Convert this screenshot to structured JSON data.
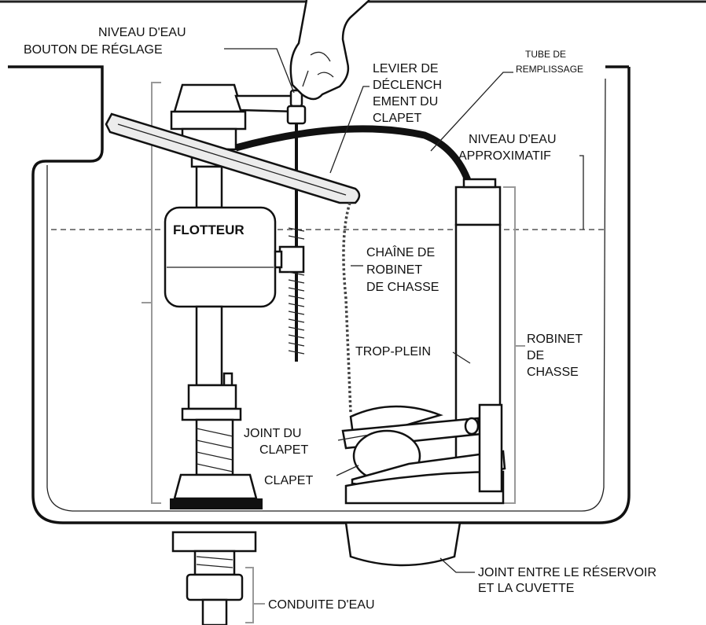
{
  "labels": {
    "niveau_reglage_1": "NIVEAU D'EAU",
    "niveau_reglage_2": "BOUTON DE RÉGLAGE",
    "levier_1": "LEVIER DE",
    "levier_2": "DÉCLENCH",
    "levier_3": "EMENT DU",
    "levier_4": "CLAPET",
    "tube_1": "TUBE DE",
    "tube_2": "REMPLISSAGE",
    "niveau_approx_1": "NIVEAU D'EAU",
    "niveau_approx_2": "APPROXIMATIF",
    "flotteur": "FLOTTEUR",
    "chaine_1": "CHAÎNE DE",
    "chaine_2": "ROBINET",
    "chaine_3": "DE CHASSE",
    "robinet_1": "ROBINET",
    "robinet_2": "DE",
    "robinet_3": "CHASSE",
    "trop_plein": "TROP-PLEIN",
    "joint_clapet_1": "JOINT DU",
    "joint_clapet_2": "CLAPET",
    "clapet": "CLAPET",
    "joint_cuvette_1": "JOINT ENTRE LE RÉSERVOIR",
    "joint_cuvette_2": "ET LA CUVETTE",
    "conduite": "CONDUITE D'EAU"
  }
}
